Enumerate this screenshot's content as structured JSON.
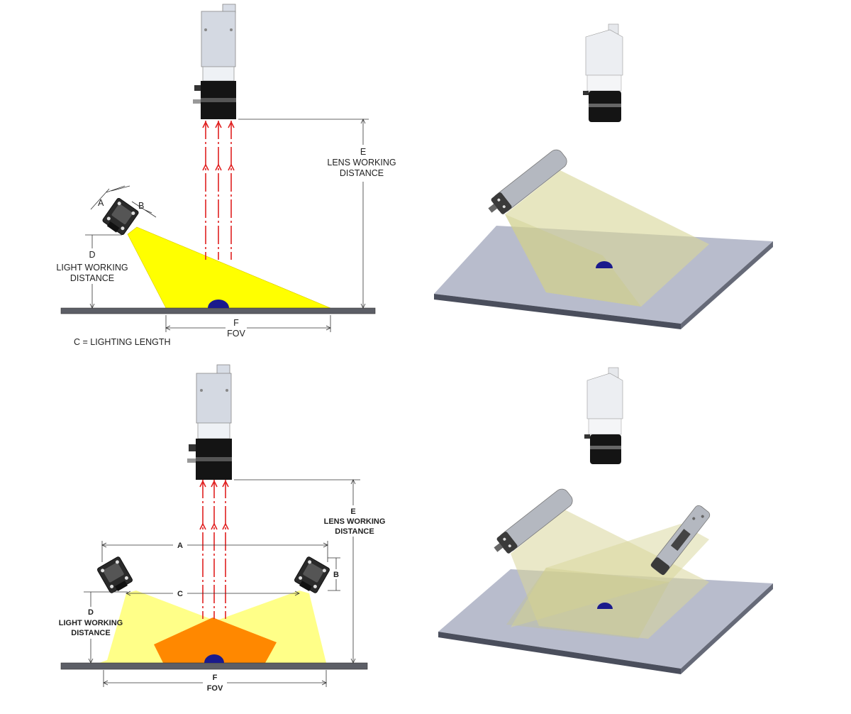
{
  "top_diagram": {
    "label_a": "A",
    "label_b": "B",
    "label_d": "D",
    "light_working_distance": [
      "LIGHT WORKING",
      "DISTANCE"
    ],
    "label_e": "E",
    "lens_working_distance": [
      "LENS WORKING",
      "DISTANCE"
    ],
    "label_f": "F",
    "fov": "FOV",
    "lighting_length_note": "C = LIGHTING LENGTH"
  },
  "bottom_diagram": {
    "label_a": "A",
    "label_b": "B",
    "label_c": "C",
    "label_d": "D",
    "light_working_distance": [
      "LIGHT WORKING",
      "DISTANCE"
    ],
    "label_e": "E",
    "lens_working_distance": [
      "LENS WORKING",
      "DISTANCE"
    ],
    "label_f": "F",
    "fov": "FOV"
  },
  "colors": {
    "light_beam": "#ffff00",
    "light_beam_pale": "#ffff88",
    "overlap_beam": "#ff8800",
    "ray": "#e02020",
    "target_dome": "#1a1a8c",
    "plate_top": "#b8bccc",
    "plate_edge": "#4a4e5c",
    "beam_3d": "#d8d69a"
  }
}
